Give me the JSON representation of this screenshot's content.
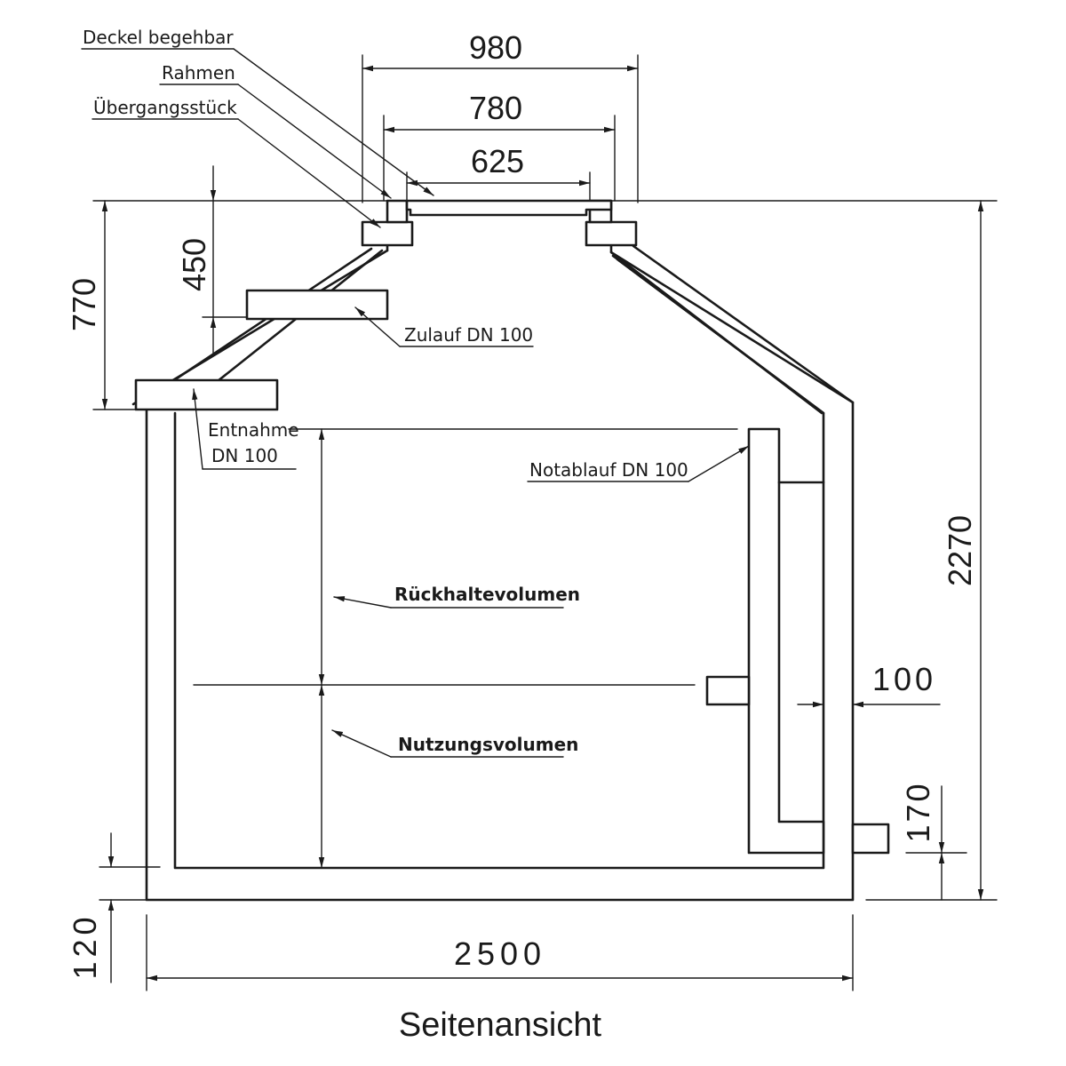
{
  "dimensions": {
    "width_980": "980",
    "width_780": "780",
    "width_625": "625",
    "height_450": "450",
    "height_770": "770",
    "height_2270": "2270",
    "wall_100": "100",
    "outlet_170": "170",
    "bottom_120": "120",
    "width_2500": "2500"
  },
  "labels": {
    "deckel": "Deckel begehbar",
    "rahmen": "Rahmen",
    "uebergang": "Übergangsstück",
    "zulauf": "Zulauf DN 100",
    "entnahme_1": "Entnahme",
    "entnahme_2": "DN 100",
    "notablauf": "Notablauf DN 100",
    "rueckhalte": "Rückhaltevolumen",
    "nutzungs": "Nutzungsvolumen"
  },
  "caption": "Seitenansicht"
}
